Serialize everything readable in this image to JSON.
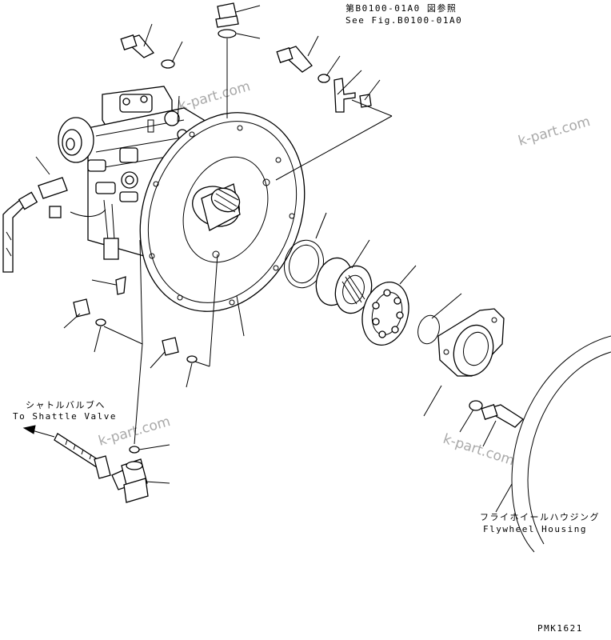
{
  "annotations": {
    "see_fig_jp": "第B0100-01A0 図参照",
    "see_fig_en": "See Fig.B0100-01A0",
    "shuttle_jp": "シャトルバルブへ",
    "shuttle_en": "To Shattle Valve",
    "flywheel_jp": "フライホイールハウジング",
    "flywheel_en": "Flywheel Housing",
    "drawing_code": "PMK1621"
  },
  "watermarks": [
    "k-part.com",
    "k-part.com",
    "k-part.com",
    "k-part.com"
  ]
}
